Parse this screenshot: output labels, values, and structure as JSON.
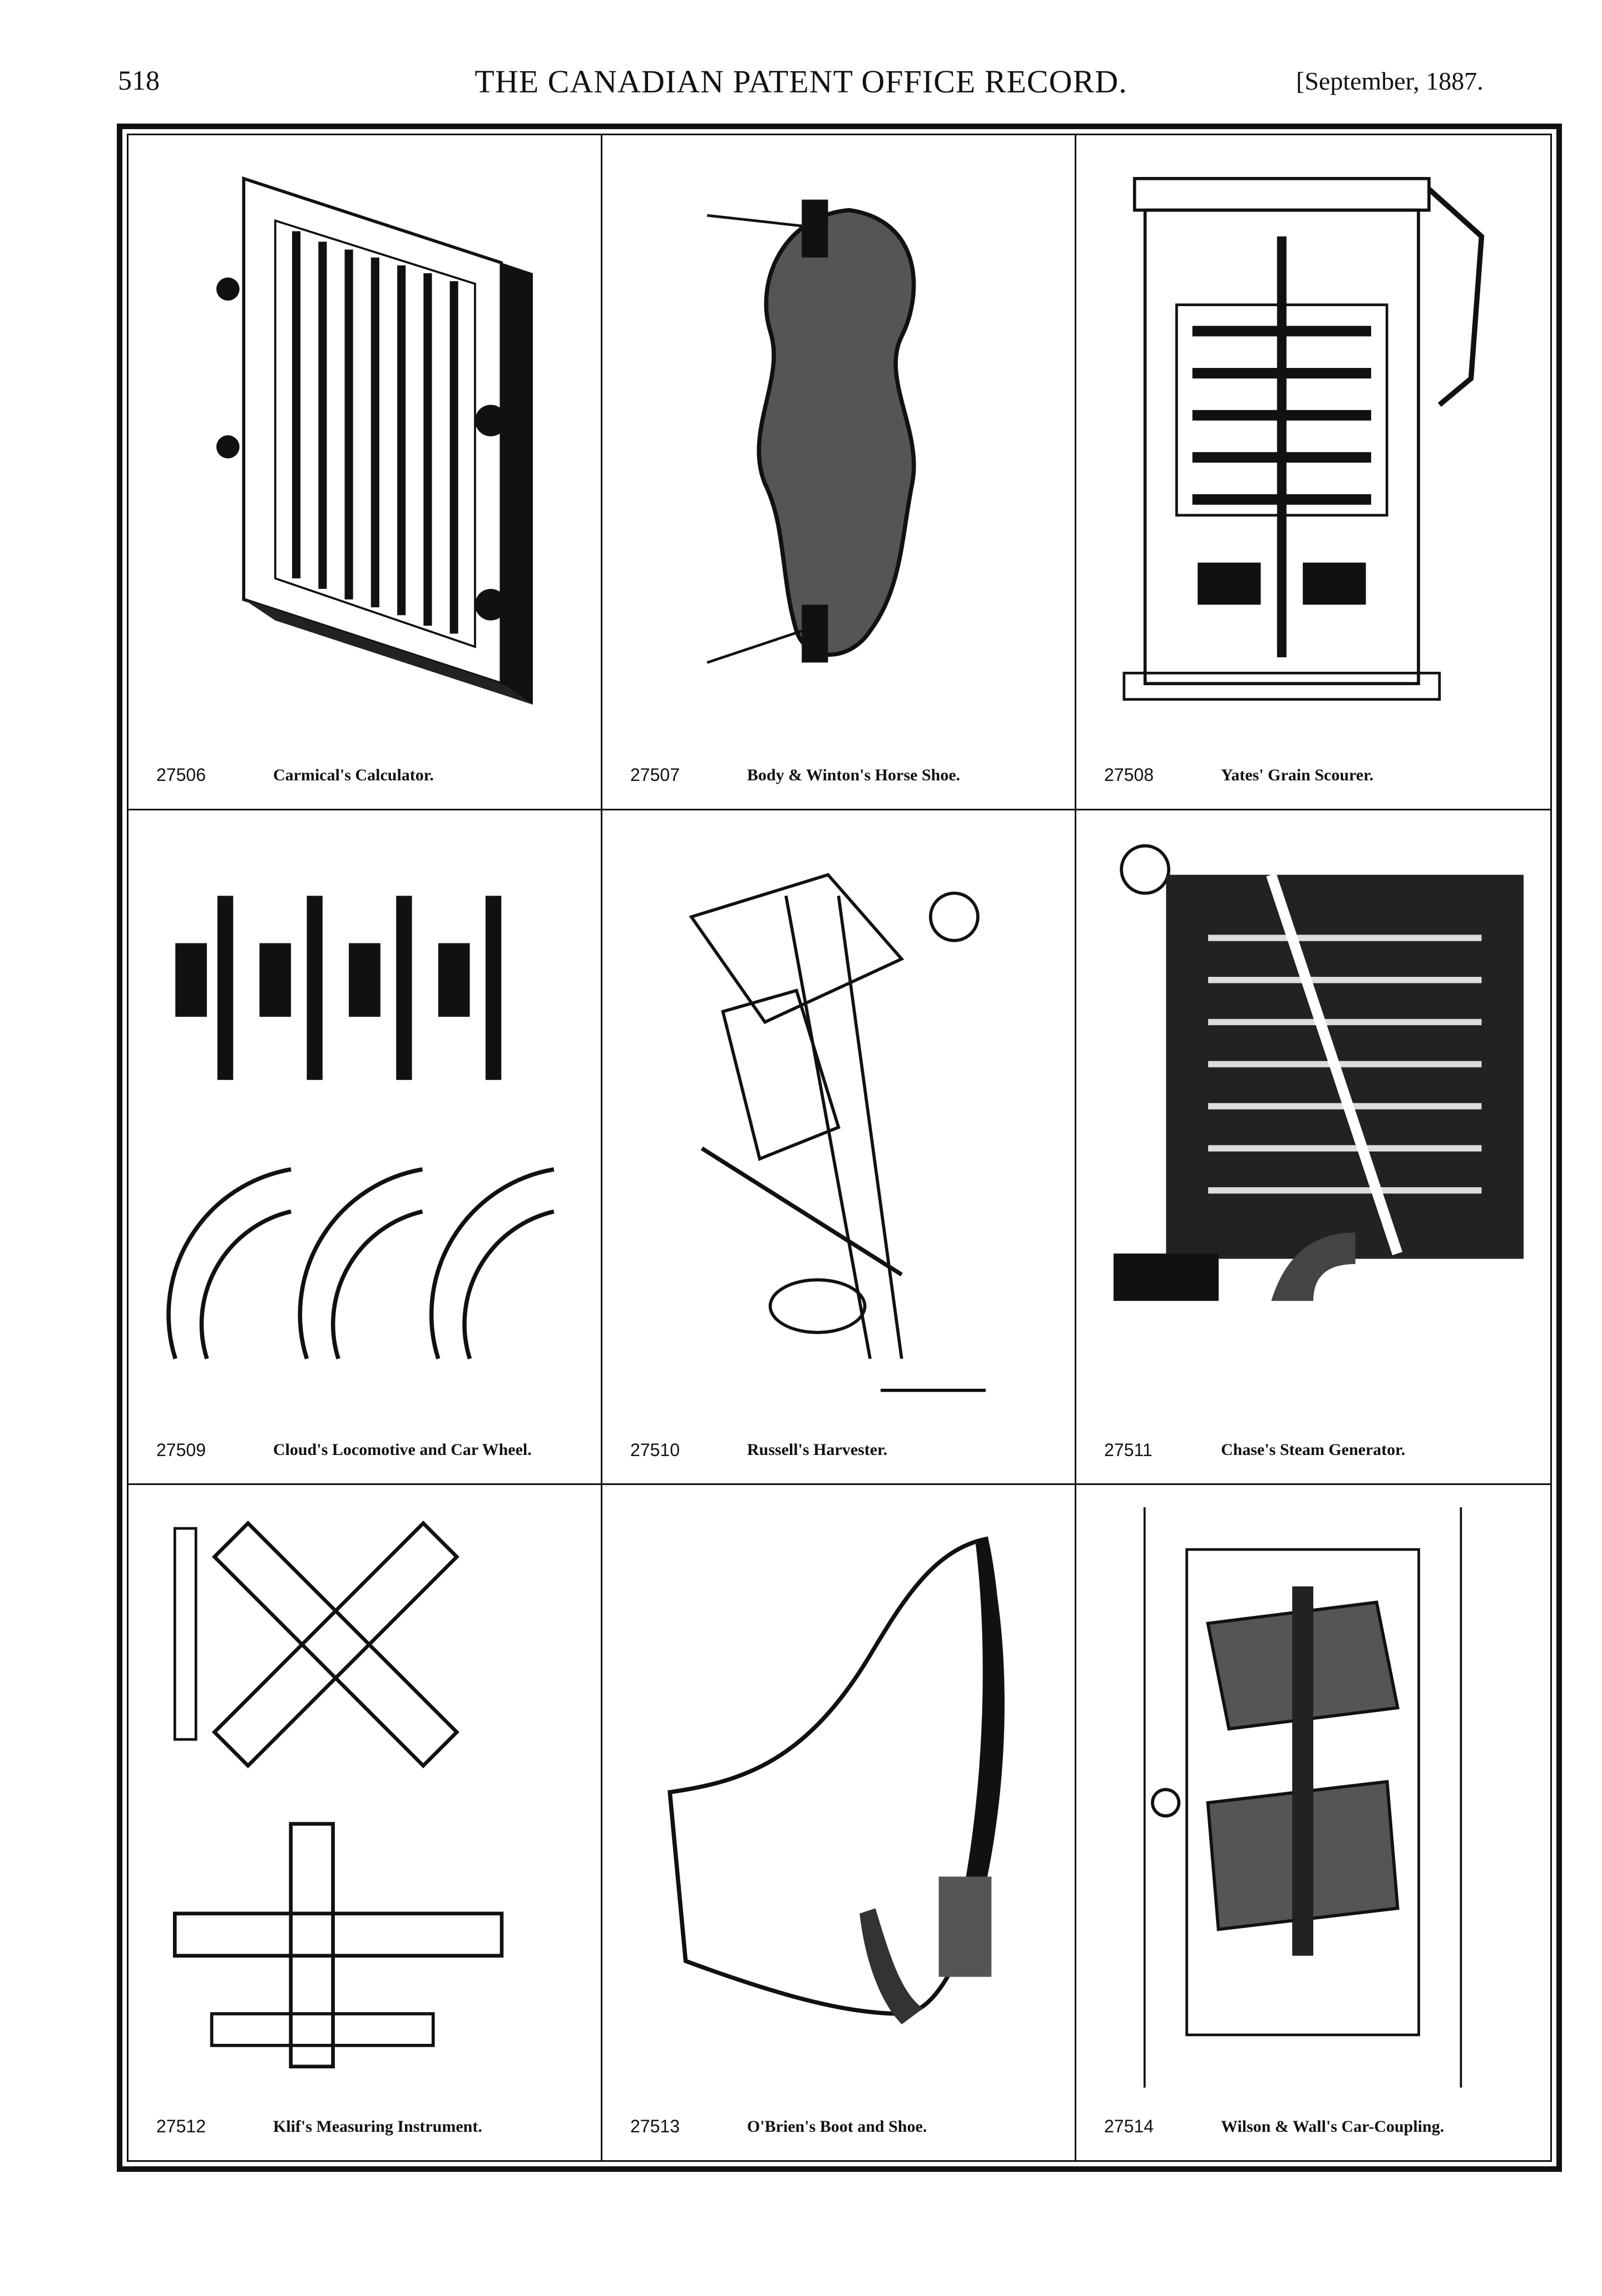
{
  "header": {
    "page_number": "518",
    "title": "THE CANADIAN PATENT OFFICE RECORD.",
    "date": "[September, 1887."
  },
  "figures": [
    {
      "number": "27506",
      "title": "Carmical's Calculator."
    },
    {
      "number": "27507",
      "title": "Body & Winton's Horse Shoe."
    },
    {
      "number": "27508",
      "title": "Yates' Grain Scourer."
    },
    {
      "number": "27509",
      "title": "Cloud's Locomotive and Car Wheel."
    },
    {
      "number": "27510",
      "title": "Russell's Harvester."
    },
    {
      "number": "27511",
      "title": "Chase's Steam Generator."
    },
    {
      "number": "27512",
      "title": "Klif's Measuring Instrument."
    },
    {
      "number": "27513",
      "title": "O'Brien's Boot and Shoe."
    },
    {
      "number": "27514",
      "title": "Wilson & Wall's Car-Coupling."
    }
  ]
}
